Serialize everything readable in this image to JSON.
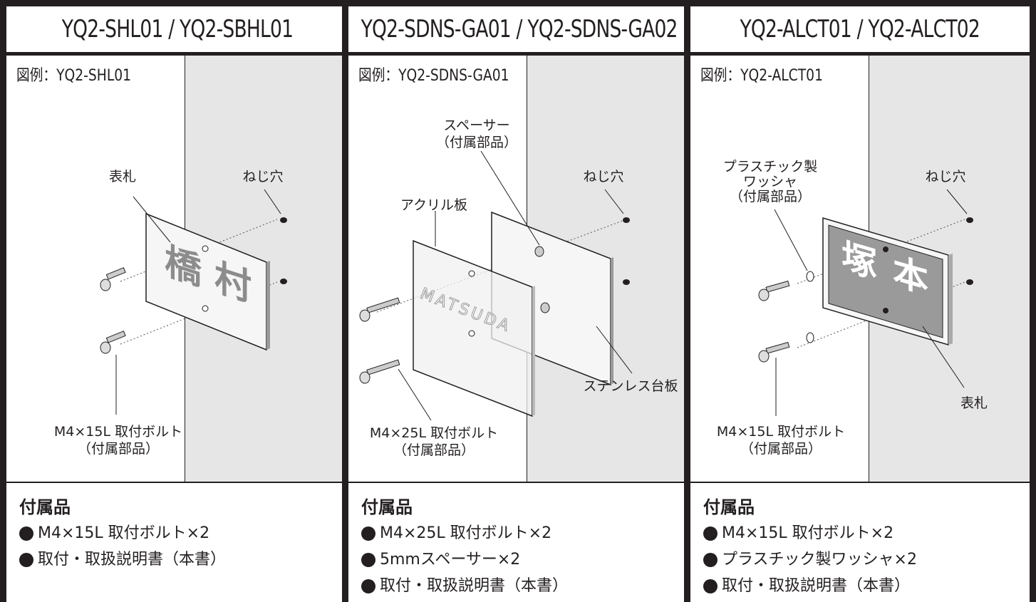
{
  "columns": [
    {
      "header": "YQ2-SHL01 / YQ2-SBHL01",
      "example": "図例：YQ2-SHL01",
      "labels": {
        "plate": "表札",
        "screw_hole": "ねじ穴",
        "bolt_line1": "M4×15L 取付ボルト",
        "bolt_line2": "（付属部品）"
      },
      "plate_text": "橋村",
      "accessories_title": "付属品",
      "accessories": [
        "M4×15L 取付ボルト×2",
        "取付・取扱説明書（本書）"
      ]
    },
    {
      "header": "YQ2-SDNS-GA01 / YQ2-SDNS-GA02",
      "example": "図例：YQ2-SDNS-GA01",
      "labels": {
        "spacer_line1": "スペーサー",
        "spacer_line2": "（付属部品）",
        "acrylic": "アクリル板",
        "screw_hole": "ねじ穴",
        "stainless": "ステンレス台板",
        "bolt_line1": "M4×25L 取付ボルト",
        "bolt_line2": "（付属部品）"
      },
      "plate_text": "MATSUDA",
      "accessories_title": "付属品",
      "accessories": [
        "M4×25L 取付ボルト×2",
        "5mmスペーサー×2",
        "取付・取扱説明書（本書）"
      ]
    },
    {
      "header": "YQ2-ALCT01 / YQ2-ALCT02",
      "example": "図例：YQ2-ALCT01",
      "labels": {
        "washer_line1": "プラスチック製",
        "washer_line2": "ワッシャ",
        "washer_line3": "（付属部品）",
        "screw_hole": "ねじ穴",
        "plate": "表札",
        "bolt_line1": "M4×15L 取付ボルト",
        "bolt_line2": "（付属部品）"
      },
      "plate_text": "塚本",
      "accessories_title": "付属品",
      "accessories": [
        "M4×15L 取付ボルト×2",
        "プラスチック製ワッシャ×2",
        "取付・取扱説明書（本書）"
      ]
    }
  ]
}
